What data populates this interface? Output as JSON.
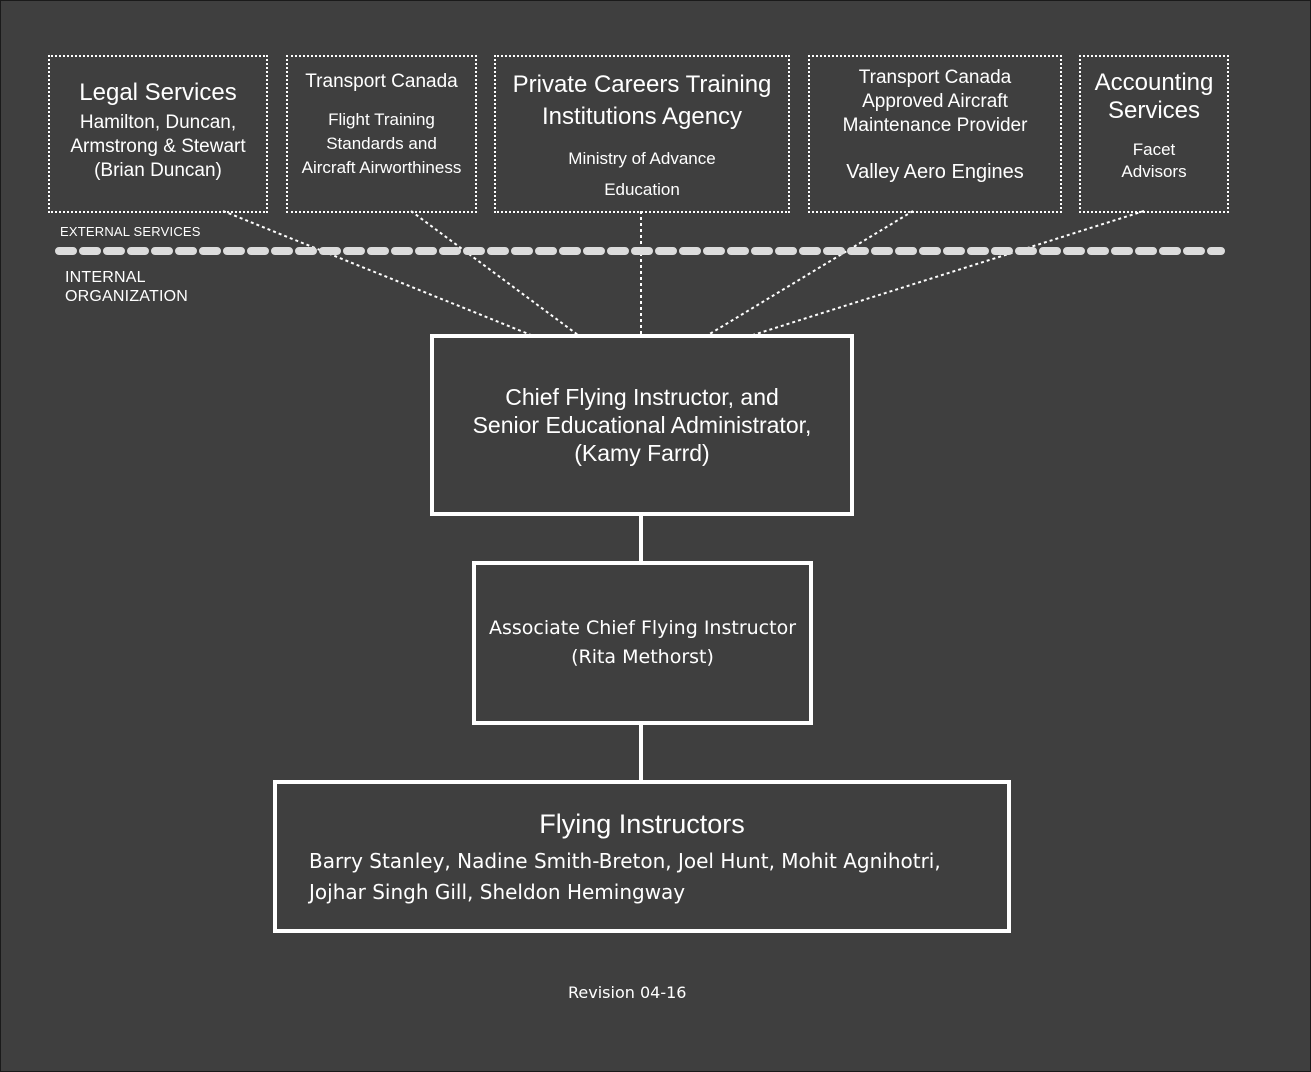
{
  "external_services": {
    "section_label": "EXTERNAL SERVICES",
    "boxes": [
      {
        "title": "Legal Services",
        "detail": "Hamilton, Duncan,\nArmstrong & Stewart\n(Brian Duncan)"
      },
      {
        "title": "Transport Canada",
        "detail": "Flight Training\nStandards and\nAircraft Airworthiness"
      },
      {
        "title": "Private Careers Training\nInstitutions Agency",
        "detail": "Ministry of Advance\nEducation"
      },
      {
        "title": "Transport Canada\nApproved Aircraft\nMaintenance Provider",
        "detail": "Valley Aero Engines"
      },
      {
        "title": "Accounting\nServices",
        "detail": "Facet\nAdvisors"
      }
    ]
  },
  "internal_organization": {
    "section_label": "INTERNAL\nORGANIZATION",
    "chief": {
      "label": "Chief Flying Instructor, and\nSenior Educational Administrator,\n(Kamy Farrd)"
    },
    "associate": {
      "label": "Associate Chief Flying Instructor\n(Rita Methorst)"
    },
    "instructors": {
      "title": "Flying Instructors",
      "names": "Barry Stanley, Nadine Smith-Breton, Joel Hunt, Mohit Agnihotri,\nJojhar Singh Gill, Sheldon Hemingway"
    }
  },
  "revision": "Revision 04-16",
  "colors": {
    "background": "#3f3f3f",
    "line": "#ffffff",
    "separator": "#dcdcdc"
  }
}
